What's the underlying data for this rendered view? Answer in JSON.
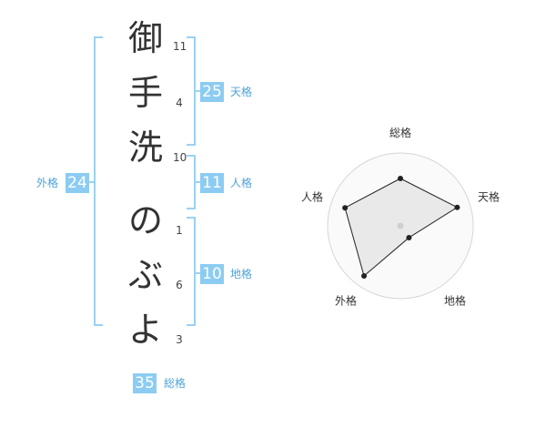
{
  "name": {
    "chars": [
      {
        "char": "御",
        "strokes": "11"
      },
      {
        "char": "手",
        "strokes": "4"
      },
      {
        "char": "洗",
        "strokes": "10"
      },
      {
        "char": "の",
        "strokes": "1"
      },
      {
        "char": "ぶ",
        "strokes": "6"
      },
      {
        "char": "よ",
        "strokes": "3"
      }
    ]
  },
  "scores": {
    "tenkaku": {
      "label": "天格",
      "value": "25"
    },
    "jinkaku": {
      "label": "人格",
      "value": "11"
    },
    "chikaku": {
      "label": "地格",
      "value": "10"
    },
    "gaikaku": {
      "label": "外格",
      "value": "24"
    },
    "soukaku": {
      "label": "総格",
      "value": "35"
    }
  },
  "colors": {
    "accent": "#8cccf2",
    "bracket": "#9ad1f2",
    "label": "#4da3d9"
  },
  "chart_data": {
    "type": "radar",
    "axes": [
      "総格",
      "天格",
      "地格",
      "外格",
      "人格"
    ],
    "series": [
      {
        "values": [
          0.65,
          0.82,
          0.2,
          0.85,
          0.8
        ]
      }
    ],
    "rings": 4
  }
}
